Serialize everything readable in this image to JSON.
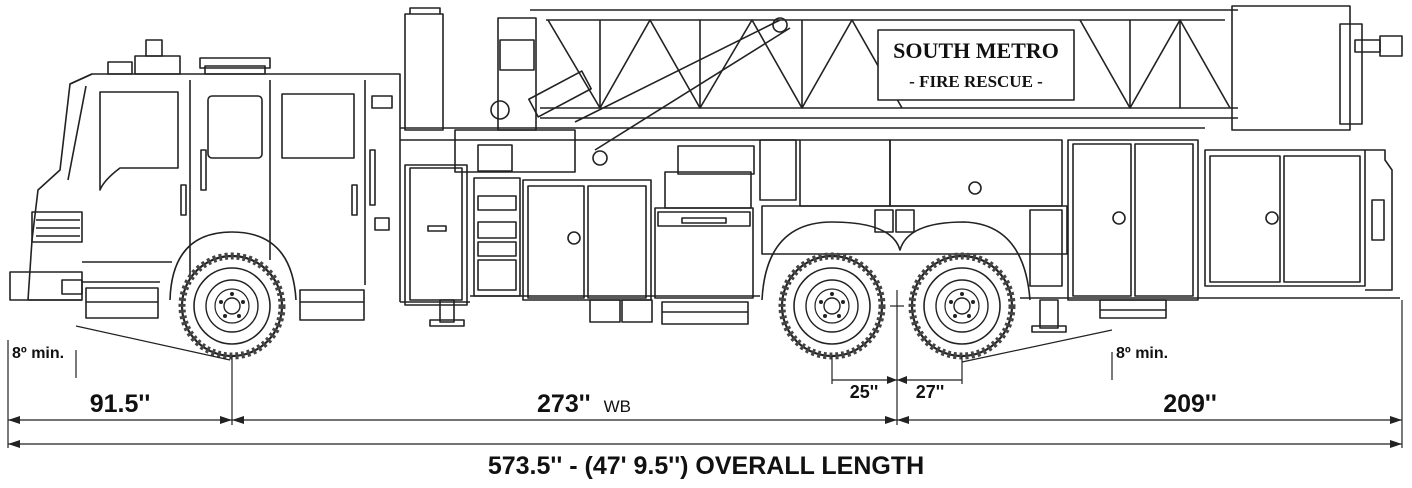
{
  "sign": {
    "line1": "SOUTH METRO",
    "line2": "- FIRE RESCUE -"
  },
  "angles": {
    "front": "8º min.",
    "rear": "8º min."
  },
  "dimensions": {
    "front_overhang": "91.5''",
    "wheelbase": "273''",
    "wheelbase_suffix": "WB",
    "axle_front_offset": "25''",
    "axle_rear_offset": "27''",
    "rear_overhang": "209''",
    "overall": "573.5'' - (47' 9.5'') OVERALL LENGTH"
  }
}
